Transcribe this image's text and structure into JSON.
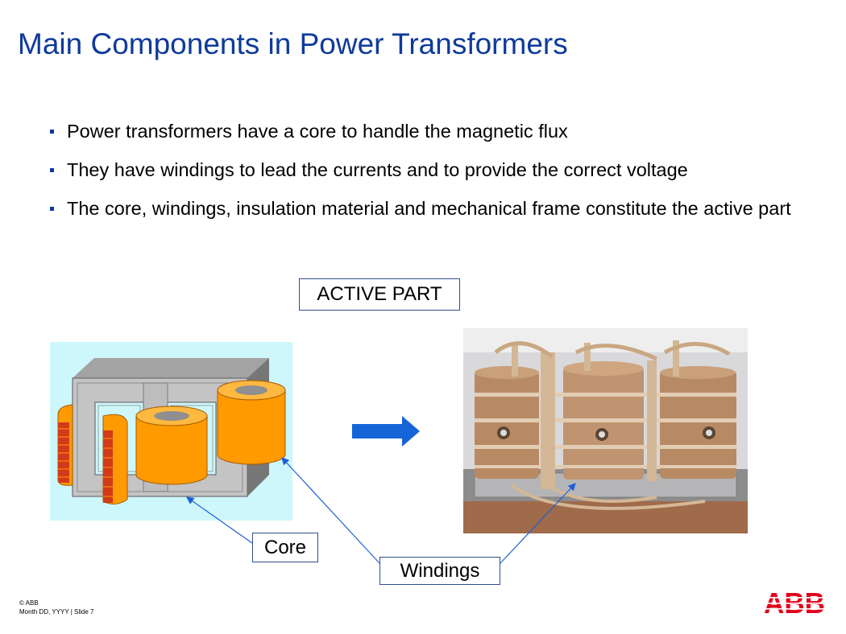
{
  "slide": {
    "title": "Main Components in Power Transformers",
    "bullets": [
      "Power transformers have a core to handle the magnetic flux",
      "They have windings to lead the currents and to provide the correct voltage",
      "The core, windings, insulation material and mechanical frame constitute the active part"
    ],
    "active_part_label": "ACTIVE PART",
    "core_label": "Core",
    "windings_label": "Windings",
    "footer": {
      "copyright": "© ABB",
      "date_slide": "Month DD, YYYY | Slide 7"
    },
    "logo_text": "ABB"
  },
  "colors": {
    "title": "#0e3a9a",
    "arrow": "#1565d8",
    "leader_lines": "#1f5fd6",
    "winding_orange": "#ff9b00",
    "core_grey": "#b9b9b9",
    "diagram_bg": "#cdf7fb",
    "logo_red": "#e2001a"
  },
  "icons": {
    "arrow": "right-arrow-icon",
    "logo": "abb-logo"
  }
}
